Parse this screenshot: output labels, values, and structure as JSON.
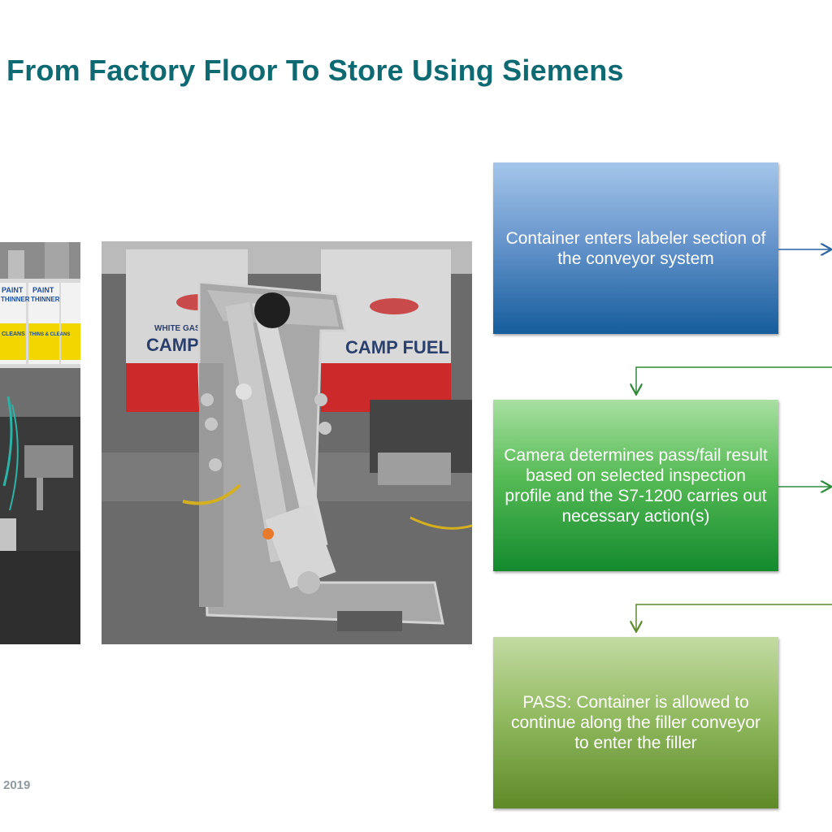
{
  "slide": {
    "title": "From Factory Floor To Store Using Siemens",
    "footer": "2019"
  },
  "photos": {
    "left": {
      "label_1": "PAINT",
      "label_2": "THINNER",
      "label_3": "PAINT",
      "label_4": "THINNER",
      "label_5": "CLEANS",
      "label_6": "THINS & CLEANS"
    },
    "right": {
      "can_text": "CAMP FUEL",
      "can_subtext": "WHITE GAS"
    }
  },
  "steps": [
    {
      "text": "Container enters labeler section of the conveyor system"
    },
    {
      "text": "Camera determines pass/fail result based on selected inspection profile and the S7-1200 carries out necessary action(s)"
    },
    {
      "text": "PASS: Container is allowed to continue along the filler conveyor to enter the filler"
    }
  ],
  "colors": {
    "title": "#0d6a72",
    "step_blue": "#155d9c",
    "step_green": "#138a2e",
    "step_olive": "#5d8a27"
  }
}
